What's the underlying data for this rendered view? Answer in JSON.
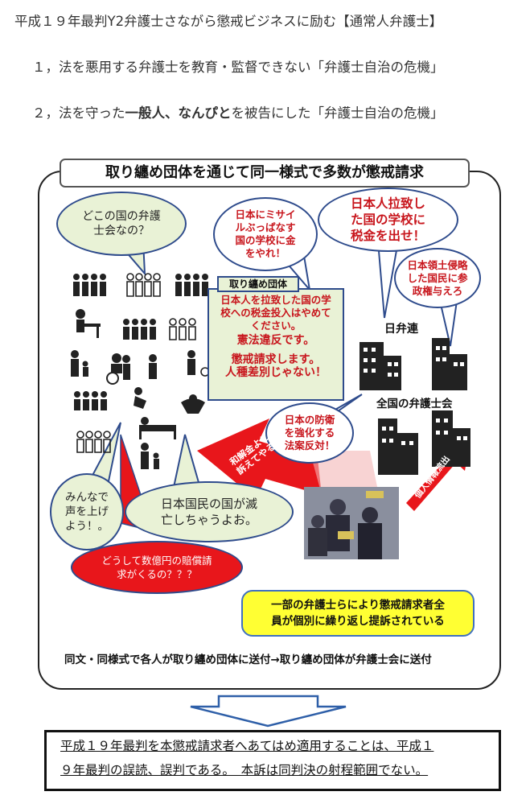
{
  "header": {
    "line1": "平成１９年最判Y2弁護士さながら懲戒ビジネスに励む【通常人弁護士】",
    "line2": "１，法を悪用する弁護士を教育・監督できない「弁護士自治の危機」",
    "line3_a": "２，法を守った",
    "line3_b": "一般人、なんぴと",
    "line3_c": "を被告にした「弁護士自治の危機」"
  },
  "frame_title": "取り纏め団体を通じて同一様式で多数が懲戒請求",
  "bubbles": {
    "which_bar": [
      "どこの国の弁護",
      "士会なの？"
    ],
    "missile": [
      "日本にミサイ",
      "ルぶっぱなす",
      "国の学校に金",
      "をやれ！"
    ],
    "abduction": [
      "日本人拉致し",
      "た国の学校に",
      "税金を出せ！"
    ],
    "territory": [
      "日本領土侵略",
      "した国民に参",
      "政権与えろ"
    ],
    "defense": [
      "日本の防衛",
      "を強化する",
      "法案反対！"
    ],
    "voice": [
      "みんなで",
      "声を上げ",
      "よう！。"
    ],
    "perish": [
      "日本国民の国が滅",
      "亡しちゃうよお。"
    ],
    "damages": [
      "どうして数億円の賠償請",
      "求がくるの？？？"
    ]
  },
  "group": {
    "label": "取り纏め団体",
    "text1": [
      "日本人を拉致した国の学",
      "校への税金投入はやめて",
      "ください。"
    ],
    "text2": "憲法違反です。",
    "text3": [
      "懲戒請求します。",
      "人種差別じゃない！"
    ]
  },
  "labels": {
    "nichibenren": "日弁連",
    "bar_assoc": "全国の弁護士会"
  },
  "arrows": {
    "sue": [
      "和解金よこせ！",
      "訴えてやる！"
    ],
    "leak": "個人情報流出"
  },
  "yellow_note": [
    "一部の弁護士らにより懲戒請求者全",
    "員が個別に繰り返し提訴されている"
  ],
  "bottom_caption": "同文・同様式で各人が取り纏め団体に送付→取り纏め団体が弁護士会に送付",
  "verdict": [
    "平成１９年最判を本懲戒請求者へあてはめ適用することは、平成１",
    "９年最判の誤読、誤判である。　本訴は同判決の射程範囲でない。"
  ]
}
